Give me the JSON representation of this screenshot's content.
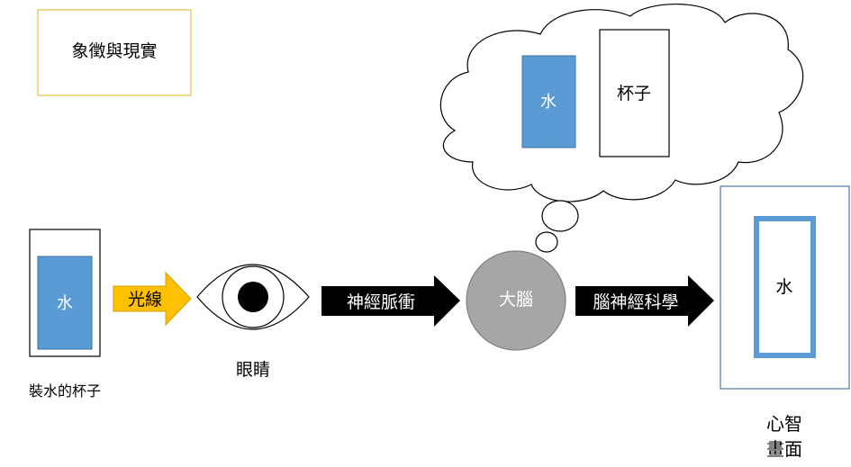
{
  "title": "象徵與現實",
  "cup_label": "裝水的杯子",
  "cup_water": "水",
  "light_label": "光線",
  "eye_label": "眼睛",
  "nerve_label": "神經脈衝",
  "brain_label": "大腦",
  "neuro_label": "腦神經科學",
  "thought_water": "水",
  "thought_cup": "杯子",
  "mental_water": "水",
  "mental_label_line1": "心智",
  "mental_label_line2": "畫面",
  "colors": {
    "blue_fill": "#5b9bd5",
    "blue_stroke": "#41719c",
    "gold": "#ffc000",
    "title_border": "#e6c040",
    "brain_gray": "#a6a6a6",
    "arrow_black": "#000000",
    "frame_blue": "#2e5b9a"
  }
}
